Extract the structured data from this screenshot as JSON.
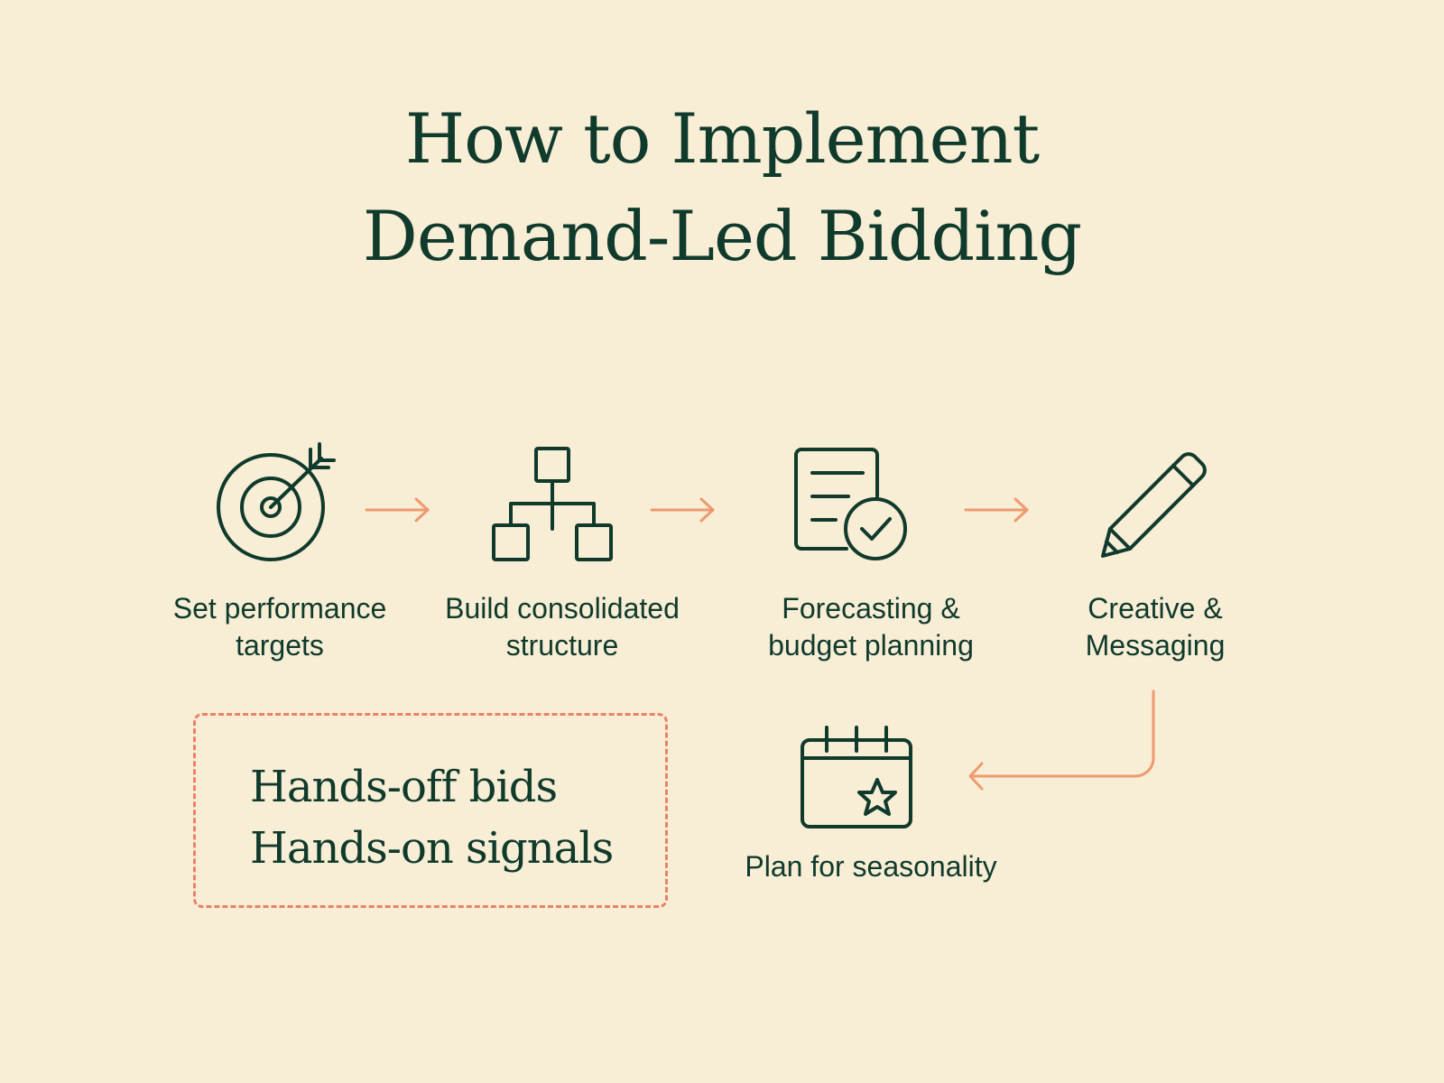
{
  "title": {
    "line1": "How to Implement",
    "line2": "Demand-Led Bidding"
  },
  "steps": [
    {
      "icon": "target-arrow-icon",
      "line1": "Set performance",
      "line2": "targets"
    },
    {
      "icon": "hierarchy-icon",
      "line1": "Build consolidated",
      "line2": "structure"
    },
    {
      "icon": "document-check-icon",
      "line1": "Forecasting &",
      "line2": "budget planning"
    },
    {
      "icon": "pencil-icon",
      "line1": "Creative &",
      "line2": "Messaging"
    },
    {
      "icon": "calendar-star-icon",
      "line1": "Plan for seasonality",
      "line2": ""
    }
  ],
  "callout": {
    "line1": "Hands-off bids",
    "line2": "Hands-on signals"
  },
  "colors": {
    "background": "#f8edd5",
    "ink": "#0f3a2c",
    "accent": "#ee9a70",
    "callout_border": "#e9826b"
  }
}
